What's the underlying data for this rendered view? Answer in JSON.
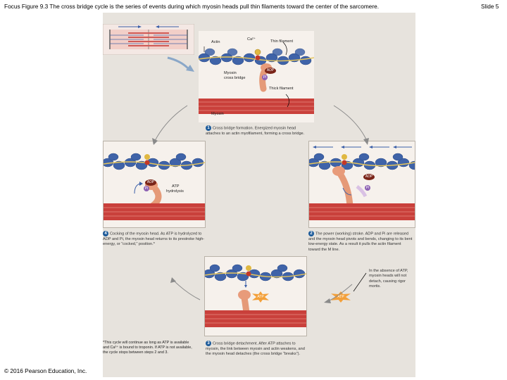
{
  "header": {
    "title": "Focus Figure 9.3 The cross bridge cycle is the series of events during which myosin heads pull thin filaments toward the center of the sarcomere.",
    "slide": "Slide 5"
  },
  "top_panel": {
    "labels": {
      "actin": "Actin",
      "ca": "Ca²⁺",
      "thin_filament": "Thin filament",
      "adp": "ADP",
      "pi": "Pi",
      "myosin_cross_bridge_1": "Myosin",
      "myosin_cross_bridge_2": "cross bridge",
      "thick_filament": "Thick filament",
      "myosin": "Myosin"
    },
    "step": "1",
    "caption": "Cross bridge formation. Energized myosin head attaches to an actin myofilament, forming a cross bridge."
  },
  "left_panel": {
    "adp": "ADP",
    "pi": "Pi",
    "atp_label_1": "ATP",
    "atp_label_2": "hydrolysis",
    "step": "4",
    "caption": "Cocking of the myosin head. As ATP is hydrolyzed to ADP and Pi, the myosin head returns to its prestroke high-energy, or “cocked,” position.*"
  },
  "right_panel": {
    "adp": "ADP",
    "pi": "Pi",
    "step": "2",
    "caption": "The power (working) stroke. ADP and Pi are released and the myosin head pivots and bends, changing to its bent low-energy state. As a result it pulls the actin filament toward the M line."
  },
  "bottom_panel": {
    "atp": "ATP",
    "step": "3",
    "caption": "Cross bridge detachment. After ATP attaches to myosin, the link between myosin and actin weakens, and the myosin head detaches (the cross bridge “breaks”)."
  },
  "side_atp": "ATP",
  "rigor_note": "In the absence of ATP, myosin heads will not detach, causing rigor mortis.",
  "footnote": "*This cycle will continue as long as ATP is available and Ca²⁺ is bound to troponin. If ATP is not available, the cycle stops between steps 2 and 3.",
  "copyright": "© 2016 Pearson Education, Inc.",
  "colors": {
    "actin": "#3f63a8",
    "myosin_head": "#e59a78",
    "muscle": "#c9403b",
    "adp": "#7a2418",
    "pi": "#8d62b4",
    "atp": "#f3a03a",
    "step_badge": "#1d5b9a"
  }
}
